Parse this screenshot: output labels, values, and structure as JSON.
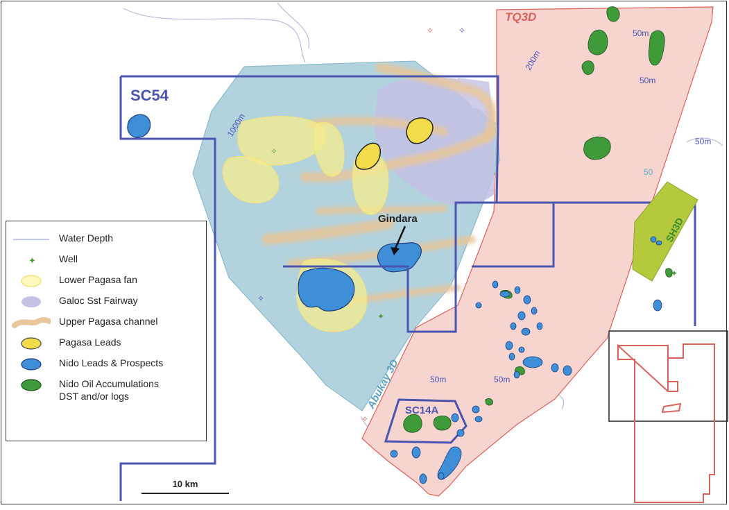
{
  "map": {
    "blocks": {
      "sc54": "SC54",
      "sc14a": "SC14A",
      "tq3d": "TQ3D",
      "sh3d": "SH3D",
      "abukay": "Abukay 3D"
    },
    "field_label": "Gindara",
    "depth_labels": {
      "d1000": "1000m",
      "d200": "200m",
      "d50a": "50m",
      "d50b": "50m",
      "d50c": "50m",
      "d50d": "50",
      "d50e": "50m",
      "d50f": "50m"
    },
    "colors": {
      "block_outline": "#4a55b0",
      "tq3d_fill": "#f6d4d0",
      "tq3d_outline": "#d9625a",
      "abukay_fill": "#a7ccd8",
      "galoc_fill": "#c3c1e4",
      "pagasa_lead": "#f2dc4a",
      "lower_pagasa": "#f4ec8e",
      "upper_channel": "#e8c79a",
      "nido_lead": "#3e8fd8",
      "nido_oil": "#3f9a3a",
      "sh3d_fill": "#b4c93c",
      "water_depth": "#9aa3cf"
    }
  },
  "legend": {
    "items": [
      {
        "label": "Water Depth"
      },
      {
        "label": "Well"
      },
      {
        "label": "Lower Pagasa fan"
      },
      {
        "label": "Galoc Sst Fairway"
      },
      {
        "label": "Upper Pagasa channel"
      },
      {
        "label": "Pagasa Leads"
      },
      {
        "label": "Nido Leads & Prospects"
      },
      {
        "label": "Nido Oil Accumulations",
        "label2": "DST and/or logs"
      }
    ]
  },
  "scale": {
    "label": "10 km"
  }
}
